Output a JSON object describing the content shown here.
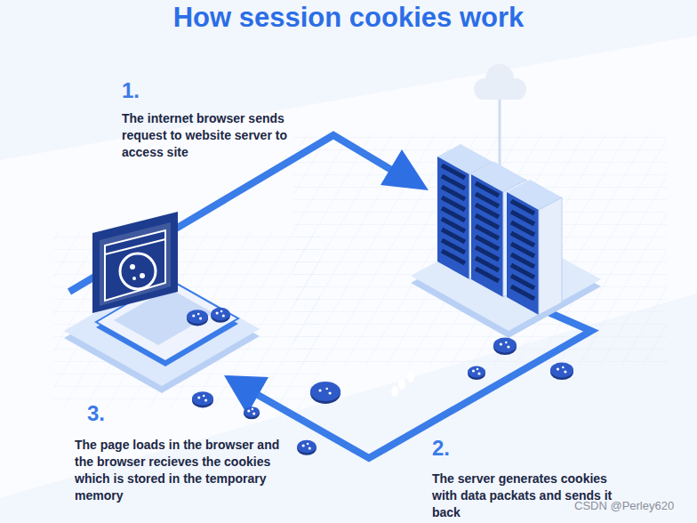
{
  "diagram": {
    "title": "How session cookies work",
    "labels": [
      "1.",
      "The internet browser sends request to website server to access site",
      "2.",
      "The server generates cookies with data packats and sends it back",
      "3.",
      "The page loads in the browser and the browser recieves the cookies which is stored in the temporary memory",
      "CSDN @Perley620"
    ]
  }
}
